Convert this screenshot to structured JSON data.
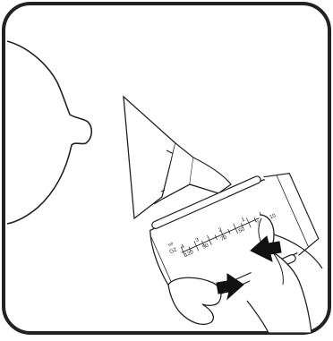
{
  "figure": {
    "scale_units": {
      "oz": "OZ",
      "ml": "ml"
    },
    "scale_top_values": {
      "oz": "4",
      "ml": "120"
    },
    "scale_ml_values": [
      "90",
      "70",
      "50",
      "30",
      "10"
    ],
    "scale_oz_values": [
      "3",
      "2",
      "1"
    ],
    "icons": [
      "breast-outline-icon",
      "pump-funnel-icon",
      "pump-bottle-icon",
      "hand-icon",
      "squeeze-arrow-icon"
    ],
    "colors": {
      "line": "#222222",
      "frame": "#222222",
      "fill": "#ffffff",
      "hand_shade": "#f1f1f1"
    }
  }
}
